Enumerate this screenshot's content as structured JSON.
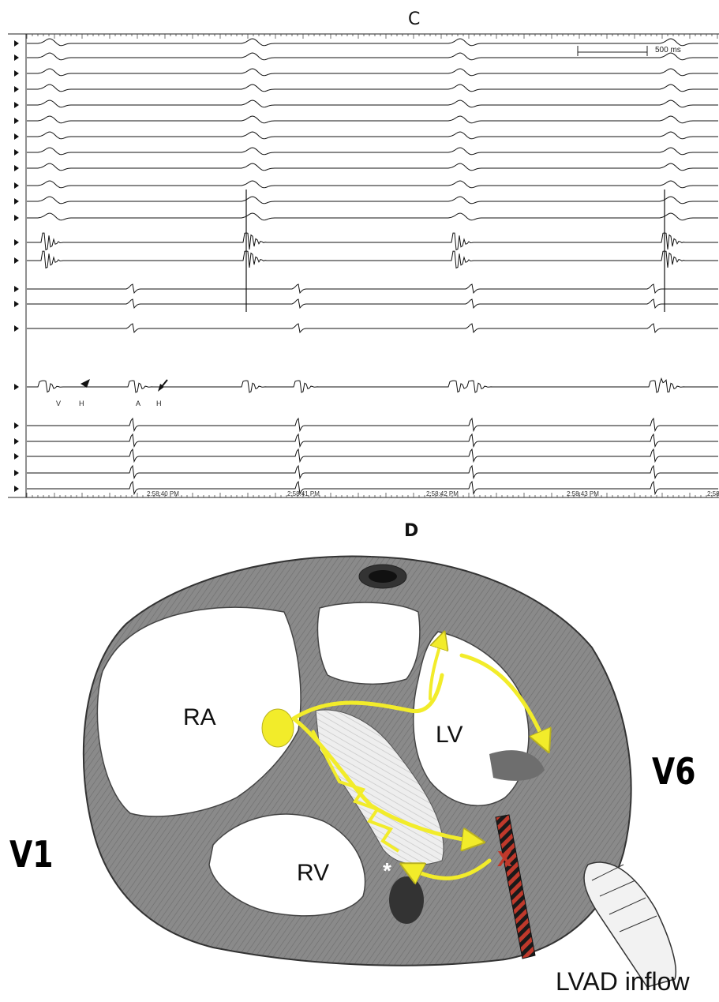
{
  "panel_c": {
    "letter": "C",
    "scale_bar_label": "500 ms",
    "timestamps": [
      "2:58:40 PM",
      "2:58:41 PM",
      "2:58:42 PM",
      "2:58:43 PM",
      "2:58"
    ],
    "markers": [
      "V",
      "H",
      "A",
      "H"
    ]
  },
  "panel_d": {
    "letter": "D",
    "chambers": {
      "ra": "RA",
      "lv": "LV",
      "rv": "RV"
    },
    "star": "*",
    "block_mark": "X",
    "lead_left": "V1",
    "lead_right": "V6",
    "device_label": "LVAD inflow"
  },
  "colors": {
    "myocardium": "#8a8a8a",
    "conduction": "#f2ec2a",
    "block": "#c0392b"
  }
}
